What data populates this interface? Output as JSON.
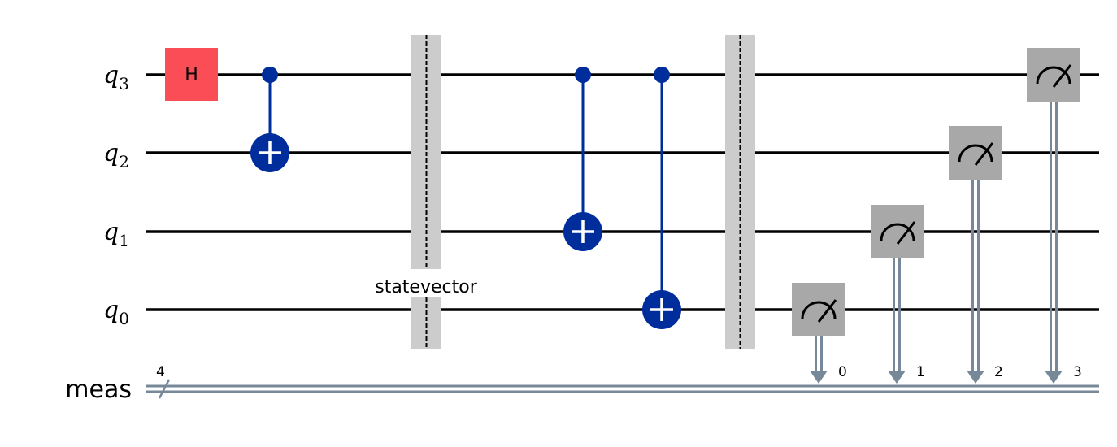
{
  "circuit": {
    "qubits": [
      {
        "name": "q",
        "index": "3"
      },
      {
        "name": "q",
        "index": "2"
      },
      {
        "name": "q",
        "index": "1"
      },
      {
        "name": "q",
        "index": "0"
      }
    ],
    "classical_register": {
      "name": "meas",
      "size": "4"
    },
    "gates": [
      {
        "type": "h",
        "label": "H",
        "target": "q3"
      },
      {
        "type": "cx",
        "control": "q3",
        "target": "q2"
      },
      {
        "type": "barrier",
        "label": "statevector"
      },
      {
        "type": "cx",
        "control": "q3",
        "target": "q1"
      },
      {
        "type": "cx",
        "control": "q3",
        "target": "q0"
      },
      {
        "type": "barrier",
        "label": ""
      },
      {
        "type": "measure",
        "qubit": "q0",
        "clbit": "0"
      },
      {
        "type": "measure",
        "qubit": "q1",
        "clbit": "1"
      },
      {
        "type": "measure",
        "qubit": "q2",
        "clbit": "2"
      },
      {
        "type": "measure",
        "qubit": "q3",
        "clbit": "3"
      }
    ],
    "colors": {
      "wire": "#000000",
      "classical_wire": "#778899",
      "h_gate": "#fa4d56",
      "cx": "#002d9c",
      "measure": "#a8a8a8",
      "barrier": "#cccccc"
    }
  }
}
